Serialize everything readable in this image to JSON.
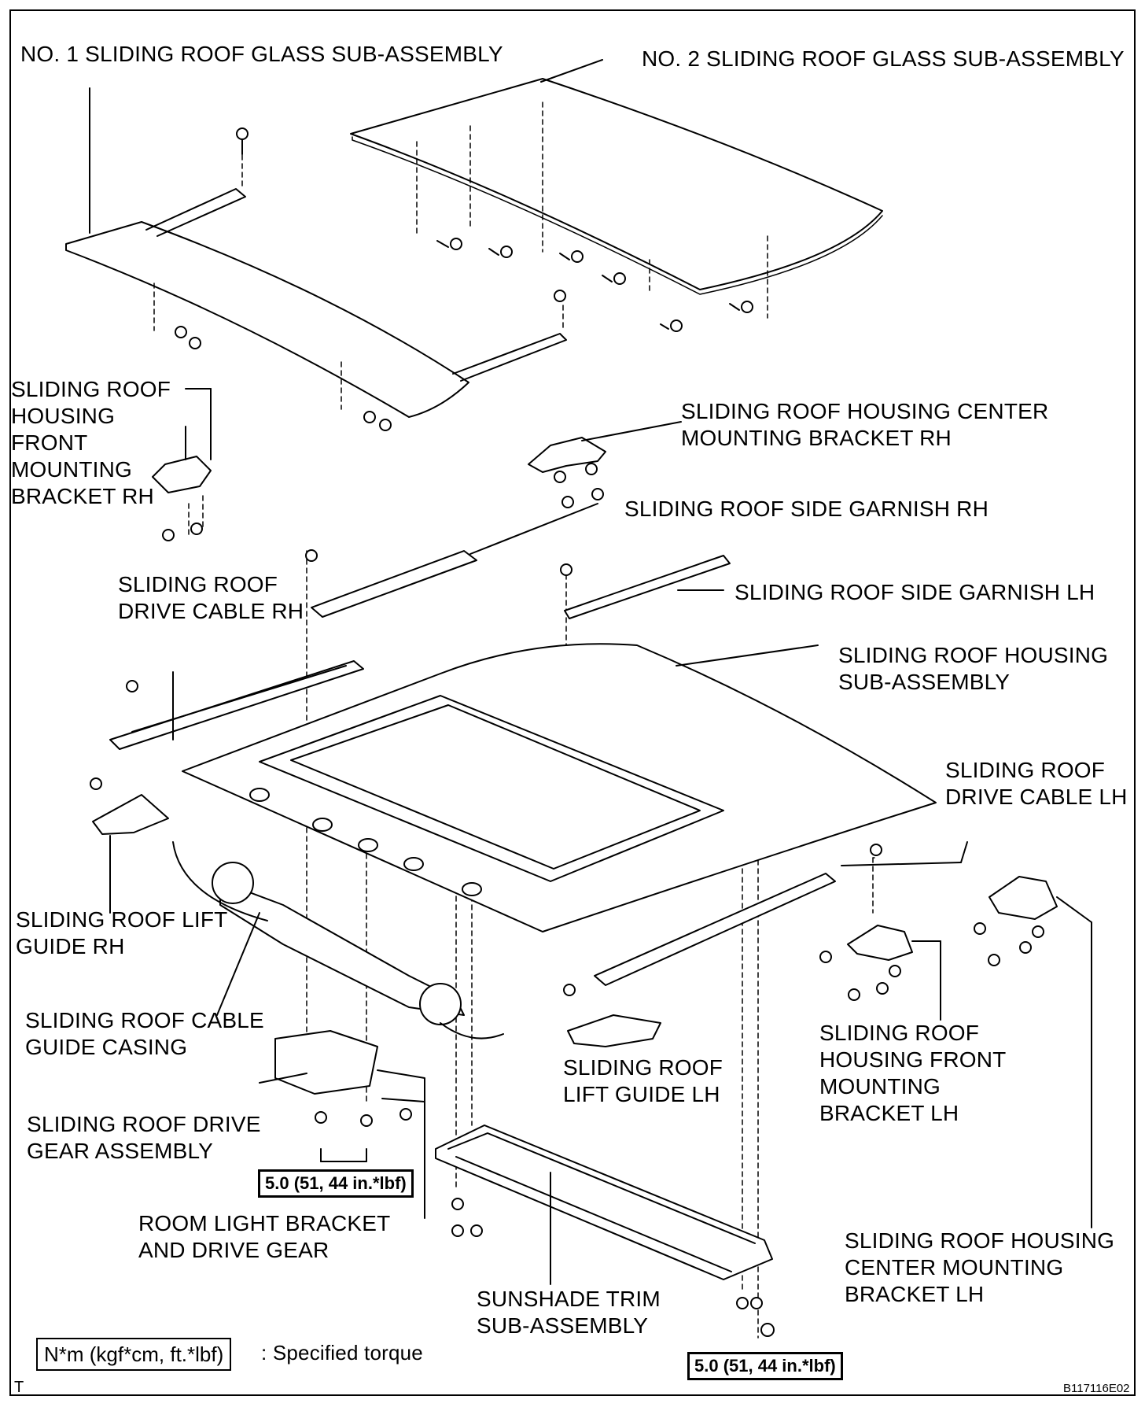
{
  "labels": {
    "glass1": "NO. 1 SLIDING ROOF GLASS SUB-ASSEMBLY",
    "glass2": "NO. 2 SLIDING ROOF GLASS SUB-ASSEMBLY",
    "front_bracket_rh": "SLIDING ROOF\nHOUSING\nFRONT\nMOUNTING\nBRACKET RH",
    "center_bracket_rh": "SLIDING ROOF HOUSING CENTER\nMOUNTING BRACKET RH",
    "side_garnish_rh": "SLIDING ROOF SIDE GARNISH RH",
    "drive_cable_rh": "SLIDING ROOF\nDRIVE CABLE RH",
    "side_garnish_lh": "SLIDING ROOF SIDE GARNISH LH",
    "housing": "SLIDING ROOF HOUSING\nSUB-ASSEMBLY",
    "drive_cable_lh": "SLIDING ROOF\nDRIVE CABLE LH",
    "lift_guide_rh": "SLIDING ROOF LIFT\nGUIDE RH",
    "cable_guide_casing": "SLIDING ROOF CABLE\nGUIDE CASING",
    "lift_guide_lh": "SLIDING ROOF\nLIFT GUIDE LH",
    "front_bracket_lh": "SLIDING ROOF\nHOUSING FRONT\nMOUNTING\nBRACKET LH",
    "drive_gear": "SLIDING ROOF DRIVE\nGEAR ASSEMBLY",
    "room_light": "ROOM LIGHT BRACKET\nAND DRIVE GEAR",
    "center_bracket_lh": "SLIDING ROOF HOUSING\nCENTER MOUNTING\nBRACKET LH",
    "sunshade": "SUNSHADE TRIM\nSUB-ASSEMBLY"
  },
  "torque": {
    "left": "5.0 (51, 44 in.*lbf)",
    "right": "5.0 (51, 44 in.*lbf)"
  },
  "legend": {
    "box": "N*m (kgf*cm, ft.*lbf)",
    "text": ": Specified torque"
  },
  "corner_mark": "T",
  "figure_code": "B117116E02"
}
